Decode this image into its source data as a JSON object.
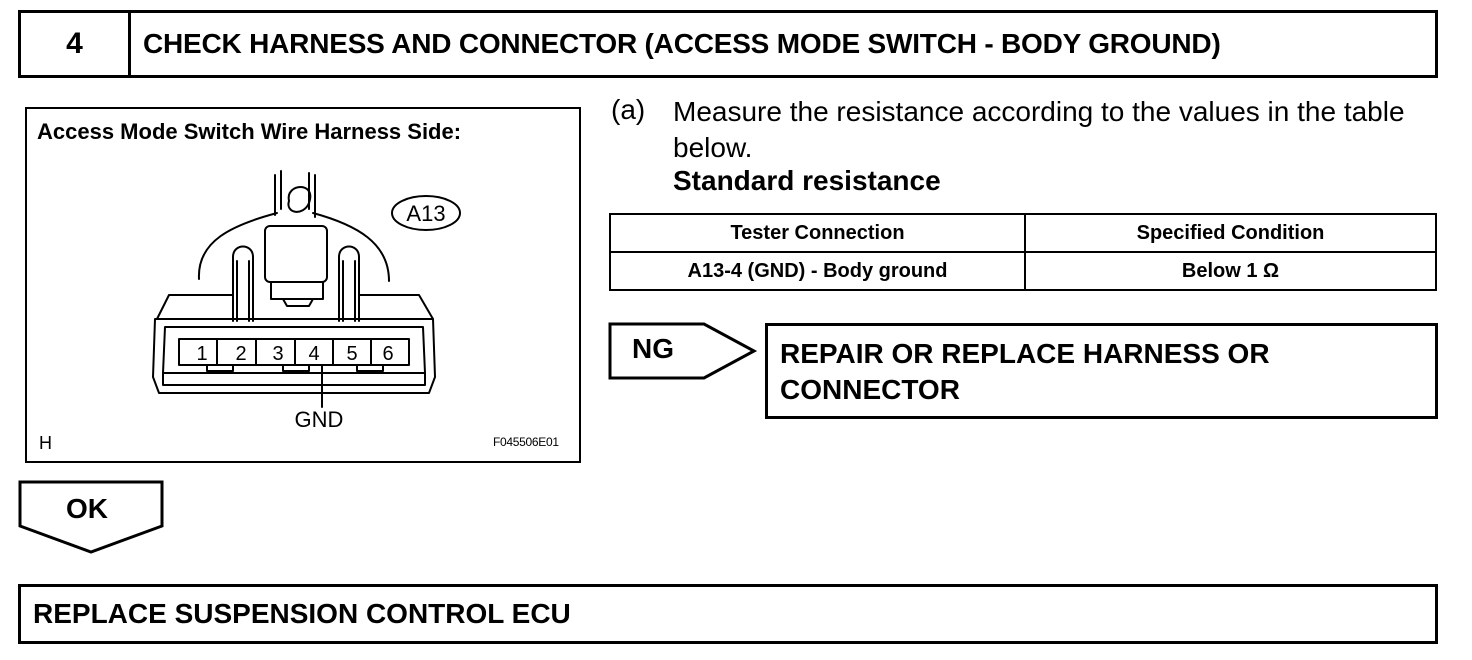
{
  "header": {
    "step_number": "4",
    "title": "CHECK HARNESS AND CONNECTOR (ACCESS MODE SWITCH - BODY GROUND)"
  },
  "diagram": {
    "title": "Access Mode Switch Wire Harness Side:",
    "connector_id": "A13",
    "pins": [
      "1",
      "2",
      "3",
      "4",
      "5",
      "6"
    ],
    "gnd_label": "GND",
    "corner_label": "H",
    "figure_code": "F045506E01"
  },
  "instruction": {
    "marker": "(a)",
    "text": "Measure the resistance according to the values in the table below.",
    "subheading": "Standard resistance"
  },
  "table": {
    "headers": [
      "Tester Connection",
      "Specified Condition"
    ],
    "rows": [
      [
        "A13-4 (GND) - Body ground",
        "Below 1 Ω"
      ]
    ]
  },
  "ng": {
    "label": "NG",
    "action_line1": "REPAIR OR REPLACE HARNESS OR",
    "action_line2": "CONNECTOR"
  },
  "ok": {
    "label": "OK"
  },
  "final": {
    "action": "REPLACE SUSPENSION CONTROL ECU"
  }
}
